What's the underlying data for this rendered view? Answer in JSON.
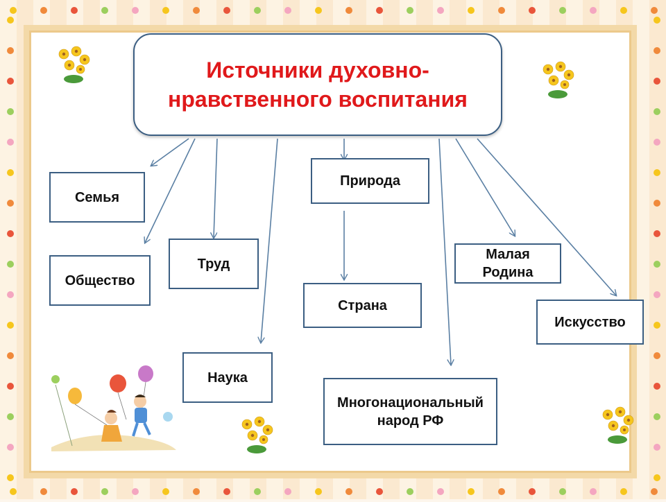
{
  "diagram": {
    "title": "Источники духовно-нравственного воспитания",
    "nodes": [
      {
        "id": "semya",
        "label": "Семья"
      },
      {
        "id": "obshchestvo",
        "label": "Общество"
      },
      {
        "id": "trud",
        "label": "Труд"
      },
      {
        "id": "nauka",
        "label": "Наука"
      },
      {
        "id": "priroda",
        "label": "Природа"
      },
      {
        "id": "strana",
        "label": "Страна"
      },
      {
        "id": "narod",
        "label": "Многонациональный народ РФ"
      },
      {
        "id": "rodina",
        "label": "Малая Родина"
      },
      {
        "id": "iskusstvo",
        "label": "Искусство"
      }
    ]
  },
  "colors": {
    "title_text": "#e0191b",
    "box_border": "#3b5e82",
    "arrow": "#5a7fa3",
    "frame": "#f3d9a8"
  },
  "decor": {
    "flower_icon": "yellow-flower-cluster-icon",
    "children_illustration": "children-with-balloons-icon"
  }
}
